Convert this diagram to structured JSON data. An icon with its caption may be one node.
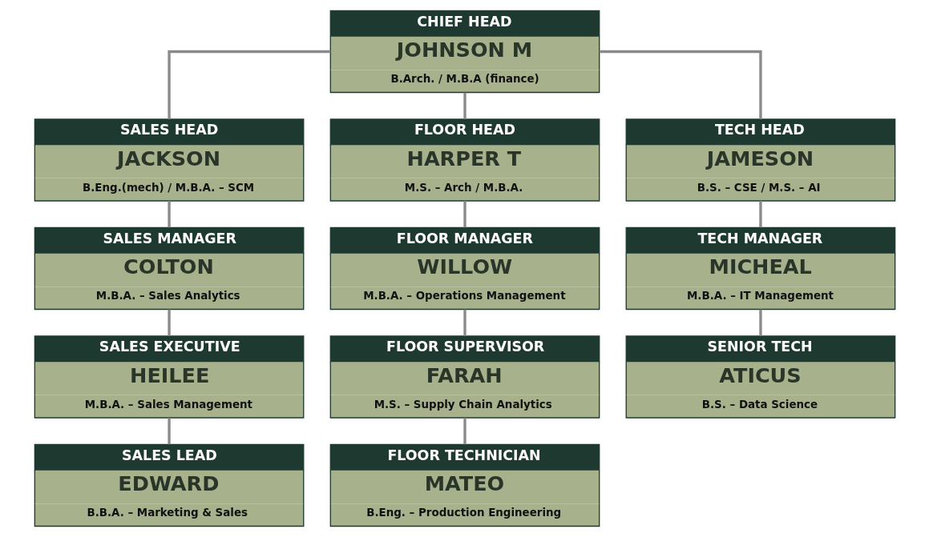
{
  "diagram": {
    "nodes": [
      {
        "text": [
          "CHIEF HEAD",
          "JOHNSON M",
          "B.Arch. / M.B.A (finance)"
        ]
      },
      {
        "text": [
          "SALES HEAD",
          "JACKSON",
          "B.Eng.(mech) / M.B.A. – SCM"
        ]
      },
      {
        "text": [
          "FLOOR HEAD",
          "HARPER T",
          "M.S. – Arch / M.B.A."
        ]
      },
      {
        "text": [
          "TECH HEAD",
          "JAMESON",
          "B.S. – CSE / M.S. – AI"
        ]
      },
      {
        "text": [
          "SALES MANAGER",
          "COLTON",
          "M.B.A. – Sales Analytics"
        ]
      },
      {
        "text": [
          "FLOOR MANAGER",
          "WILLOW",
          "M.B.A. – Operations Management"
        ]
      },
      {
        "text": [
          "TECH MANAGER",
          "MICHEAL",
          "M.B.A. – IT Management"
        ]
      },
      {
        "text": [
          "SALES EXECUTIVE",
          "HEILEE",
          "M.B.A. – Sales Management"
        ]
      },
      {
        "text": [
          "FLOOR SUPERVISOR",
          "FARAH",
          "M.S. – Supply Chain Analytics"
        ]
      },
      {
        "text": [
          "SENIOR TECH",
          "ATICUS",
          "B.S. – Data Science"
        ]
      },
      {
        "text": [
          "SALES LEAD",
          "EDWARD",
          "B.B.A. – Marketing & Sales"
        ]
      },
      {
        "text": [
          "FLOOR TECHNICIAN",
          "MATEO",
          "B.Eng. – Production Engineering"
        ]
      }
    ],
    "edges": [
      {
        "from": 0,
        "to": 1,
        "arrow": "none"
      },
      {
        "from": 0,
        "to": 2,
        "arrow": "none"
      },
      {
        "from": 0,
        "to": 3,
        "arrow": "none"
      },
      {
        "from": 1,
        "to": 4,
        "arrow": "none"
      },
      {
        "from": 4,
        "to": 7,
        "arrow": "none"
      },
      {
        "from": 7,
        "to": 10,
        "arrow": "none"
      },
      {
        "from": 2,
        "to": 5,
        "arrow": "none"
      },
      {
        "from": 5,
        "to": 8,
        "arrow": "none"
      },
      {
        "from": 8,
        "to": 11,
        "arrow": "none"
      },
      {
        "from": 3,
        "to": 6,
        "arrow": "none"
      },
      {
        "from": 6,
        "to": 9,
        "arrow": "none"
      }
    ]
  }
}
